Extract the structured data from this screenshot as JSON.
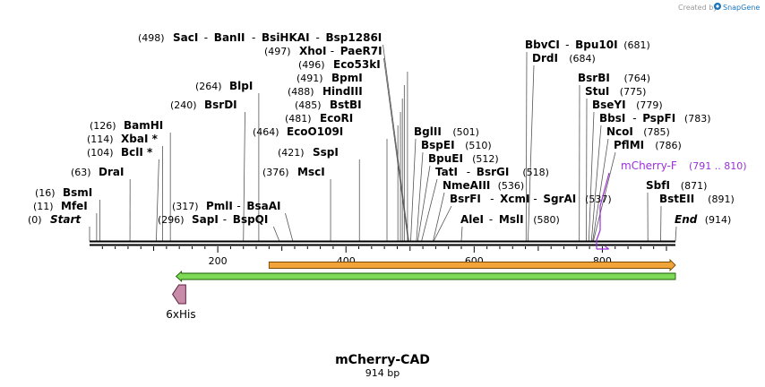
{
  "credit": {
    "text": "Created by",
    "brand": "SnapGene",
    "brand_color": "#1b75bc"
  },
  "map": {
    "title": "mCherry-CAD",
    "length_text": "914 bp",
    "total_bp": 914,
    "axis_ticks": [
      200,
      400,
      600,
      800
    ],
    "backbone_color": "#000000"
  },
  "enzymes": [
    {
      "name": "Start",
      "pos": 0,
      "pos_text": "(0)",
      "italic": true
    },
    {
      "name": "MfeI",
      "pos": 11,
      "pos_text": "(11)"
    },
    {
      "name": "BsmI",
      "pos": 16,
      "pos_text": "(16)"
    },
    {
      "name": "DraI",
      "pos": 63,
      "pos_text": "(63)"
    },
    {
      "name": "BclI *",
      "pos": 104,
      "pos_text": "(104)"
    },
    {
      "name": "XbaI *",
      "pos": 114,
      "pos_text": "(114)"
    },
    {
      "name": "BamHI",
      "pos": 126,
      "pos_text": "(126)"
    },
    {
      "name": "BsrDI",
      "pos": 240,
      "pos_text": "(240)"
    },
    {
      "name": "BlpI",
      "pos": 264,
      "pos_text": "(264)"
    },
    {
      "names": [
        "SapI",
        "BspQI"
      ],
      "pos": 296,
      "pos_text": "(296)"
    },
    {
      "names": [
        "PmlI",
        "BsaAI"
      ],
      "pos": 317,
      "pos_text": "(317)"
    },
    {
      "name": "MscI",
      "pos": 376,
      "pos_text": "(376)"
    },
    {
      "name": "SspI",
      "pos": 421,
      "pos_text": "(421)"
    },
    {
      "name": "EcoO109I",
      "pos": 464,
      "pos_text": "(464)"
    },
    {
      "name": "EcoRI",
      "pos": 481,
      "pos_text": "(481)"
    },
    {
      "name": "BstBI",
      "pos": 485,
      "pos_text": "(485)"
    },
    {
      "name": "HindIII",
      "pos": 488,
      "pos_text": "(488)"
    },
    {
      "name": "BpmI",
      "pos": 491,
      "pos_text": "(491)"
    },
    {
      "name": "Eco53kI",
      "pos": 496,
      "pos_text": "(496)"
    },
    {
      "names": [
        "XhoI",
        "PaeR7I"
      ],
      "pos": 497,
      "pos_text": "(497)"
    },
    {
      "names": [
        "SacI",
        "BanII",
        "BsiHKAI",
        "Bsp1286I"
      ],
      "pos": 498,
      "pos_text": "(498)"
    },
    {
      "name": "BglII",
      "pos": 501,
      "pos_text": "(501)"
    },
    {
      "name": "BspEI",
      "pos": 510,
      "pos_text": "(510)"
    },
    {
      "name": "BpuEI",
      "pos": 512,
      "pos_text": "(512)"
    },
    {
      "names": [
        "TatI",
        "BsrGI"
      ],
      "pos": 518,
      "pos_text": "(518)"
    },
    {
      "name": "NmeAIII",
      "pos": 536,
      "pos_text": "(536)"
    },
    {
      "names": [
        "BsrFI",
        "XcmI",
        "SgrAI"
      ],
      "pos": 537,
      "pos_text": "(537)"
    },
    {
      "names": [
        "AleI",
        "MslI"
      ],
      "pos": 580,
      "pos_text": "(580)"
    },
    {
      "names": [
        "BbvCI",
        "Bpu10I"
      ],
      "pos": 681,
      "pos_text": "(681)"
    },
    {
      "name": "DrdI",
      "pos": 684,
      "pos_text": "(684)"
    },
    {
      "name": "BsrBI",
      "pos": 764,
      "pos_text": "(764)"
    },
    {
      "name": "StuI",
      "pos": 775,
      "pos_text": "(775)"
    },
    {
      "name": "BseYI",
      "pos": 779,
      "pos_text": "(779)"
    },
    {
      "names": [
        "BbsI",
        "PspFI"
      ],
      "pos": 783,
      "pos_text": "(783)"
    },
    {
      "name": "NcoI",
      "pos": 785,
      "pos_text": "(785)"
    },
    {
      "name": "PflMI",
      "pos": 786,
      "pos_text": "(786)"
    },
    {
      "name": "SbfI",
      "pos": 871,
      "pos_text": "(871)"
    },
    {
      "name": "BstEII",
      "pos": 891,
      "pos_text": "(891)"
    },
    {
      "name": "End",
      "pos": 914,
      "pos_text": "(914)",
      "italic": true
    }
  ],
  "primer": {
    "name": "mCherry-F",
    "range_text": "(791 .. 810)",
    "start": 791,
    "end": 810,
    "color": "#9b30d9"
  },
  "features": [
    {
      "name": "",
      "kind": "orange-arrow",
      "start": 280,
      "end": 914,
      "fill": "#f2a33a",
      "stroke": "#7a4a00",
      "direction": "forward"
    },
    {
      "name": "",
      "kind": "green-arrow",
      "start": 135,
      "end": 914,
      "fill": "#7ed957",
      "stroke": "#1a5c00",
      "direction": "reverse"
    },
    {
      "name": "6xHis",
      "kind": "tag",
      "start": 135,
      "end": 150,
      "fill": "#c88ca8",
      "stroke": "#5a2040"
    }
  ]
}
